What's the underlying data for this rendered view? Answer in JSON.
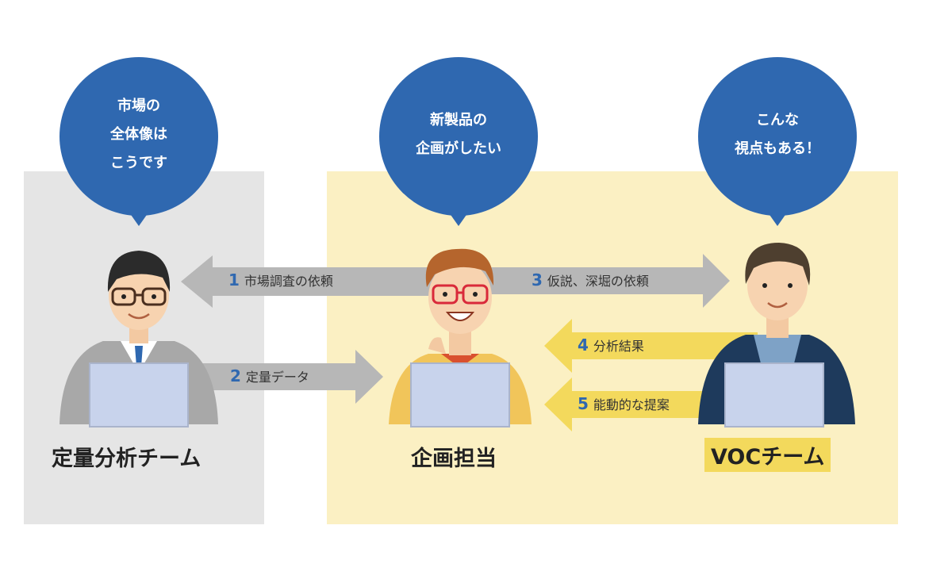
{
  "colors": {
    "bubble": "#2f68b0",
    "left_panel": "#e5e5e5",
    "right_panel": "#fbf0c3",
    "gray_arrow": "#b7b7b7",
    "yellow_arrow": "#f3d95c",
    "step_number": "#2f68b0",
    "voc_highlight": "#f3d95c"
  },
  "bubbles": {
    "left": [
      "市場の",
      "全体像は",
      "こうです"
    ],
    "center": [
      "新製品の",
      "企画がしたい"
    ],
    "right": [
      "こんな",
      "視点もある！"
    ]
  },
  "steps": [
    {
      "number": "1",
      "label": "市場調査の依頼"
    },
    {
      "number": "2",
      "label": "定量データ"
    },
    {
      "number": "3",
      "label": "仮説、深堀の依頼"
    },
    {
      "number": "4",
      "label": "分析結果"
    },
    {
      "number": "5",
      "label": "能動的な提案"
    }
  ],
  "teams": {
    "left": "定量分析チーム",
    "center": "企画担当",
    "right": "VOCチーム"
  }
}
